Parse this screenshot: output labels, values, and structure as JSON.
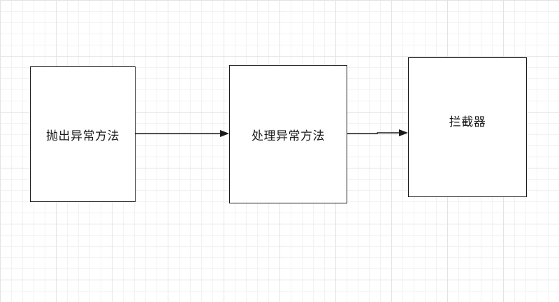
{
  "diagram": {
    "nodes": [
      {
        "id": "throw",
        "label": "抛出异常方法"
      },
      {
        "id": "handle",
        "label": "处理异常方法"
      },
      {
        "id": "interceptor",
        "label": "拦截器"
      }
    ],
    "edges": [
      {
        "from": "throw",
        "to": "handle"
      },
      {
        "from": "handle",
        "to": "interceptor"
      }
    ],
    "style": {
      "stroke_color": "#1a1a1a",
      "grid_color": "#e3e3e3",
      "background": "#ffffff"
    }
  }
}
